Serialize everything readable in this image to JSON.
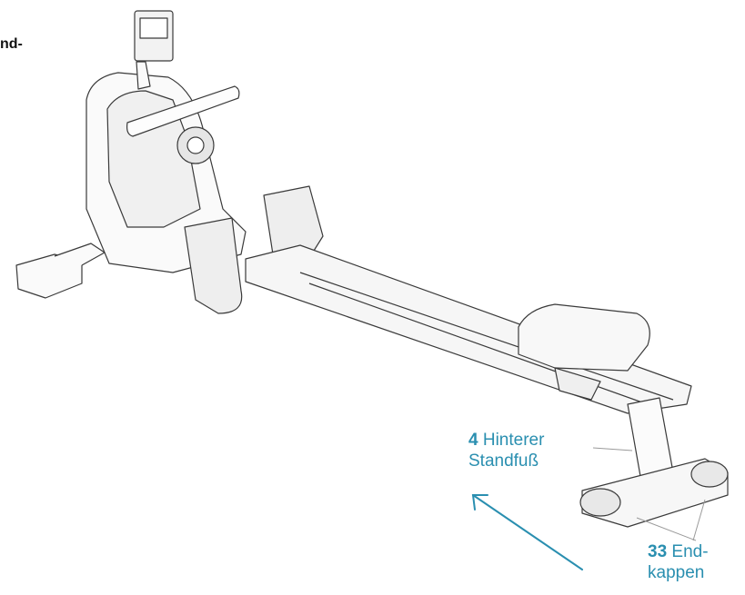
{
  "labels": {
    "top_partial": "nd-",
    "part4": {
      "number": "4",
      "line1": "Hinterer",
      "line2": "Standfuß"
    },
    "part33": {
      "number": "33",
      "line1": "End-",
      "line2": "kappen"
    }
  },
  "colors": {
    "accent": "#2a8fb0",
    "line": "#3a3a3a"
  }
}
